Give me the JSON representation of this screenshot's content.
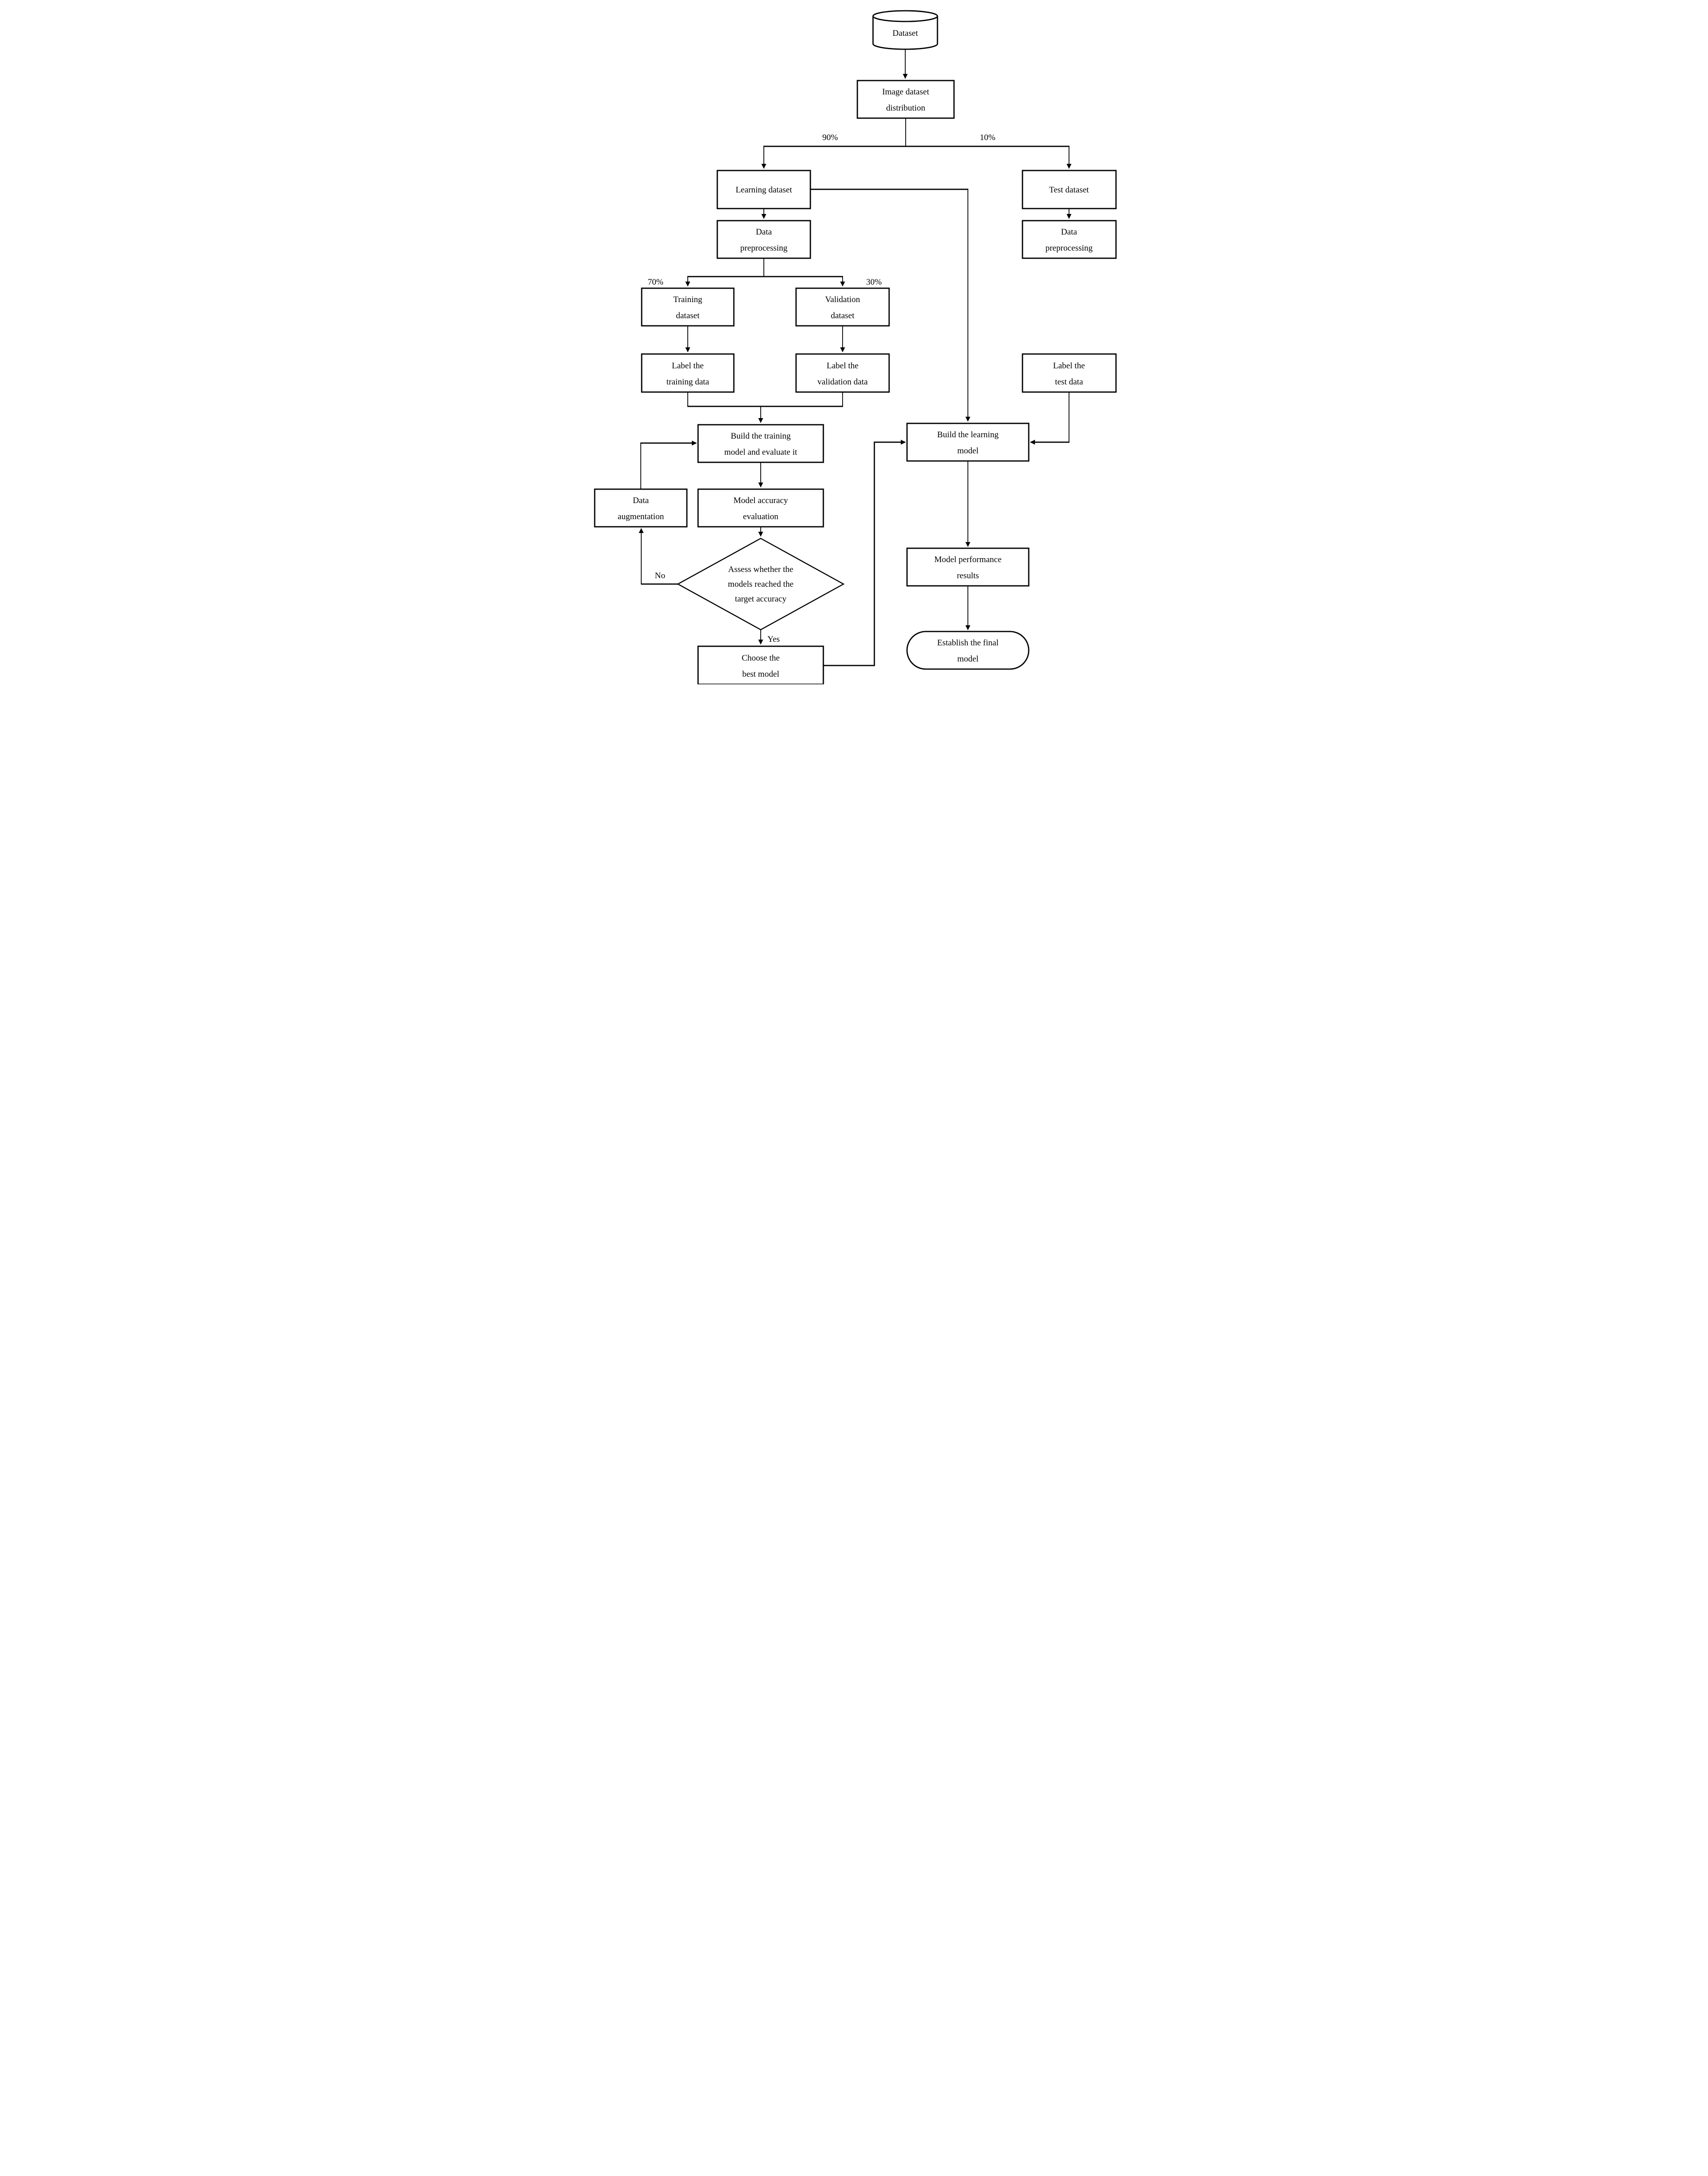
{
  "background": "#ffffff",
  "colors": {
    "stroke": "#000000",
    "node_fill": "#ffffff",
    "text": "#000000"
  },
  "nodes": {
    "dataset": {
      "shape": "cylinder",
      "label": "Dataset"
    },
    "image_distribution": {
      "shape": "rect",
      "lines": [
        "Image dataset",
        "distribution"
      ]
    },
    "learning_dataset": {
      "shape": "rect",
      "lines": [
        "Learning dataset"
      ]
    },
    "test_dataset": {
      "shape": "rect",
      "lines": [
        "Test dataset"
      ]
    },
    "data_preprocessing_learning": {
      "shape": "rect",
      "lines": [
        "Data",
        "preprocessing"
      ]
    },
    "data_preprocessing_test": {
      "shape": "rect",
      "lines": [
        "Data",
        "preprocessing"
      ]
    },
    "training_dataset": {
      "shape": "rect",
      "lines": [
        "Training",
        "dataset"
      ]
    },
    "validation_dataset": {
      "shape": "rect",
      "lines": [
        "Validation",
        "dataset"
      ]
    },
    "label_training_data": {
      "shape": "rect",
      "lines": [
        "Label the",
        "training data"
      ]
    },
    "label_validation_data": {
      "shape": "rect",
      "lines": [
        "Label the",
        "validation data"
      ]
    },
    "label_test_data": {
      "shape": "rect",
      "lines": [
        "Label the",
        "test data"
      ]
    },
    "build_training_model": {
      "shape": "rect",
      "lines": [
        "Build the training",
        "model and evaluate it"
      ]
    },
    "data_augmentation": {
      "shape": "rect",
      "lines": [
        "Data",
        "augmentation"
      ]
    },
    "model_accuracy_evaluation": {
      "shape": "rect",
      "lines": [
        "Model accuracy",
        "evaluation"
      ]
    },
    "assess_target_accuracy": {
      "shape": "diamond",
      "lines": [
        "Assess whether the",
        "models reached the",
        "target accuracy"
      ]
    },
    "choose_best_model": {
      "shape": "rect",
      "lines": [
        "Choose the",
        "best model"
      ]
    },
    "build_learning_model": {
      "shape": "rect",
      "lines": [
        "Build the learning",
        "model"
      ]
    },
    "model_performance_results": {
      "shape": "rect",
      "lines": [
        "Model performance",
        "results"
      ]
    },
    "establish_final_model": {
      "shape": "rounded",
      "lines": [
        "Establish the final",
        "model"
      ]
    }
  },
  "edge_labels": {
    "learning_split": "90%",
    "test_split": "10%",
    "training_split": "70%",
    "validation_split": "30%",
    "decision_no": "No",
    "decision_yes": "Yes"
  }
}
